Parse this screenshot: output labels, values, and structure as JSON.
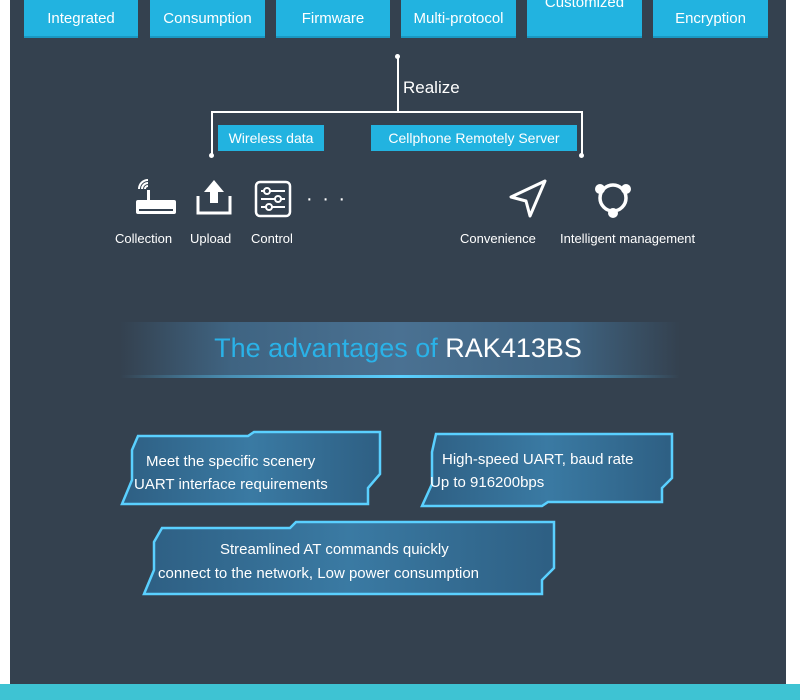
{
  "features": [
    "Integrated",
    "Consumption",
    "Firmware",
    "Multi-protocol",
    "Customized",
    "Encryption"
  ],
  "realize_label": "Realize",
  "branches": {
    "left": "Wireless data",
    "right": "Cellphone Remotely Server"
  },
  "left_items": [
    {
      "label": "Collection",
      "icon": "router-icon"
    },
    {
      "label": "Upload",
      "icon": "upload-icon"
    },
    {
      "label": "Control",
      "icon": "control-panel-icon"
    }
  ],
  "ellipsis": "· · ·",
  "right_items": [
    {
      "label": "Convenience",
      "icon": "navigation-arrow-icon"
    },
    {
      "label": "Intelligent management",
      "icon": "network-nodes-icon"
    }
  ],
  "advantages": {
    "title_prefix": "The advantages of",
    "product": "RAK413BS",
    "cards": [
      [
        "Meet the specific scenery",
        "UART interface requirements"
      ],
      [
        "High-speed UART, baud rate",
        "Up to 916200bps"
      ],
      [
        "Streamlined AT commands quickly",
        "connect to the network, Low power consumption"
      ]
    ]
  },
  "colors": {
    "background": "#34414f",
    "accent": "#22b3e0",
    "title_accent": "#2ab2e8",
    "card_glow": "#5ad0ff"
  }
}
